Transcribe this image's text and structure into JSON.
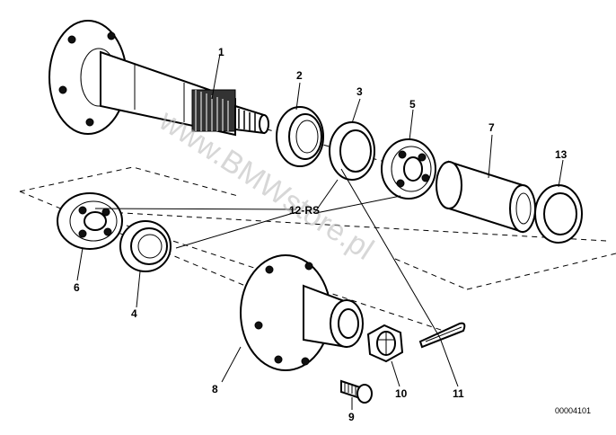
{
  "diagram": {
    "callouts": [
      "1",
      "2",
      "3",
      "5",
      "7",
      "13",
      "12-RS",
      "6",
      "4",
      "8",
      "9",
      "10",
      "11"
    ],
    "reference_number": "00004101",
    "watermark": "www.BMWstore.pl"
  }
}
